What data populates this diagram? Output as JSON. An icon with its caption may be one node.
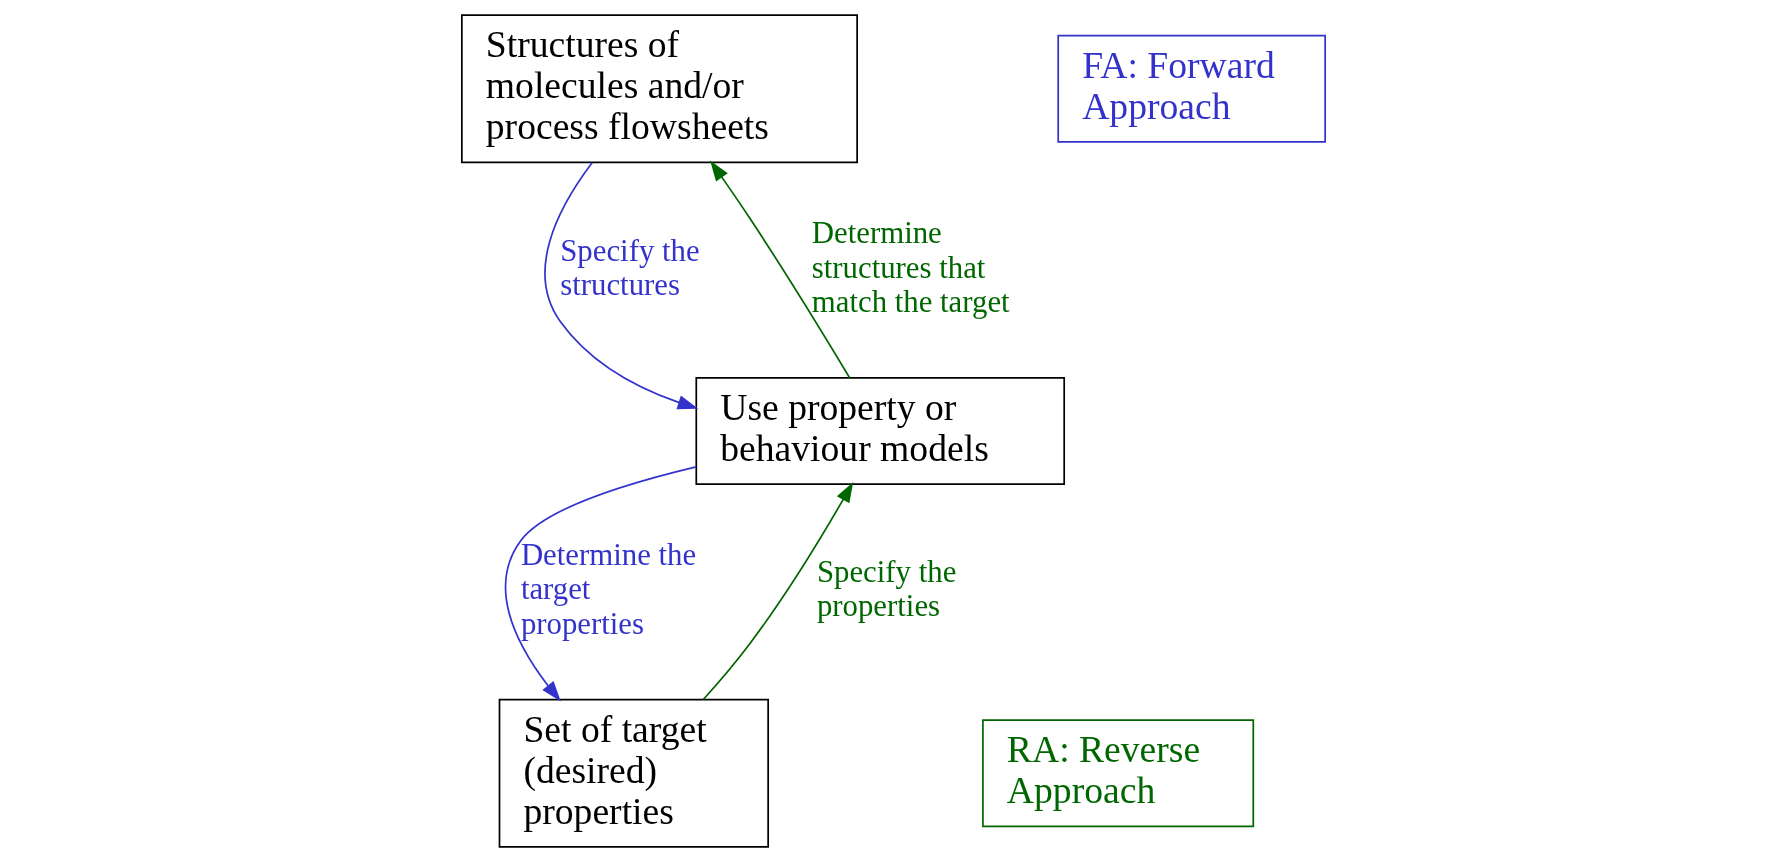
{
  "diagram": {
    "nodes": [
      {
        "text": [
          "Structures of molecules and/or process flowsheets"
        ]
      },
      {
        "text": [
          "Use property or behaviour models"
        ]
      },
      {
        "text": [
          "Set of target (desired) properties"
        ]
      },
      {
        "text": [
          "FA: Forward Approach"
        ]
      },
      {
        "text": [
          "RA: Reverse Approach"
        ]
      }
    ],
    "edges": [
      {
        "from": 0,
        "to": 1,
        "arrow": "to",
        "label": "Specify the structures",
        "color": "#3333cc"
      },
      {
        "from": 1,
        "to": 2,
        "arrow": "to",
        "label": "Determine the target properties",
        "color": "#3333cc"
      },
      {
        "from": 1,
        "to": 0,
        "arrow": "to",
        "label": "Determine structures that match the target",
        "color": "#006600"
      },
      {
        "from": 2,
        "to": 1,
        "arrow": "to",
        "label": "Specify the properties",
        "color": "#006600"
      }
    ]
  }
}
